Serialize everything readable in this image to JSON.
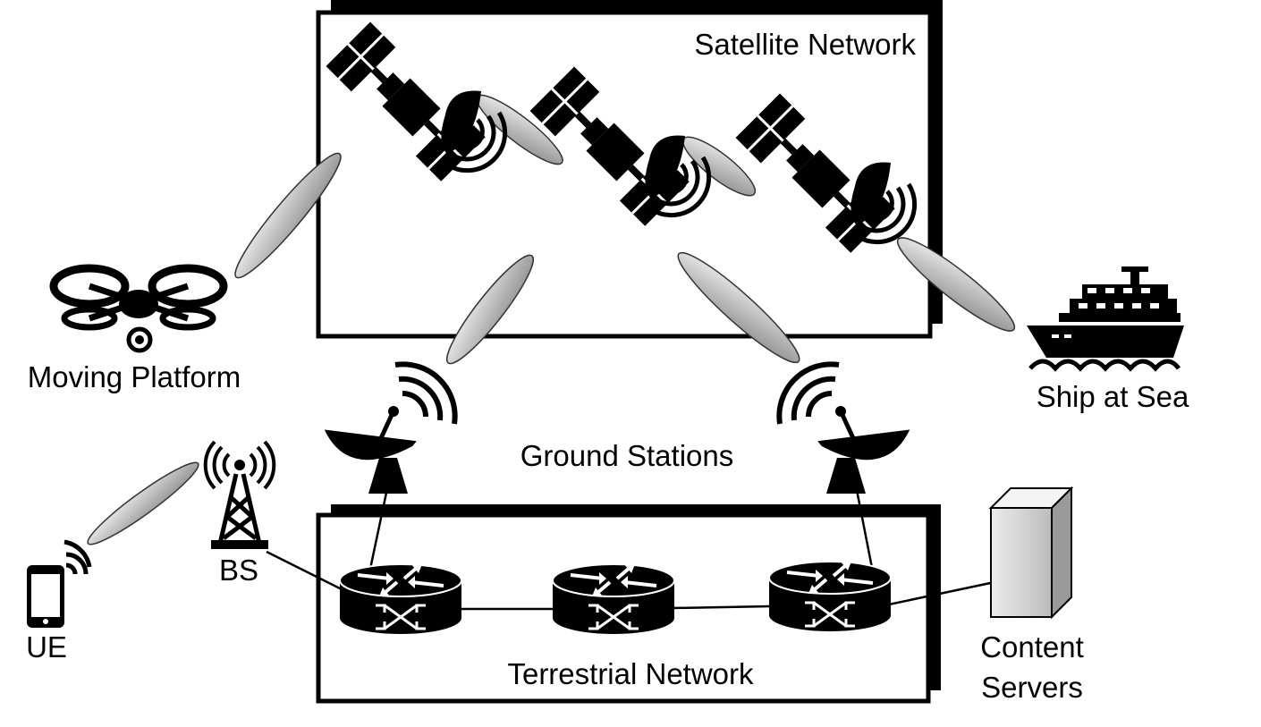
{
  "labels": {
    "satellite_network": "Satellite Network",
    "terrestrial_network": "Terrestrial Network",
    "ground_stations": "Ground Stations",
    "moving_platform": "Moving Platform",
    "ship_at_sea": "Ship at Sea",
    "ue": "UE",
    "bs": "BS",
    "content_servers_line1": "Content",
    "content_servers_line2": "Servers"
  },
  "icons": [
    "satellite-icon",
    "drone-icon",
    "ship-icon",
    "phone-icon",
    "cell-tower-icon",
    "satellite-dish-icon",
    "router-icon",
    "server-icon"
  ],
  "colors": {
    "ink": "#000000",
    "beam": "#c8c8c8",
    "background": "#ffffff"
  }
}
